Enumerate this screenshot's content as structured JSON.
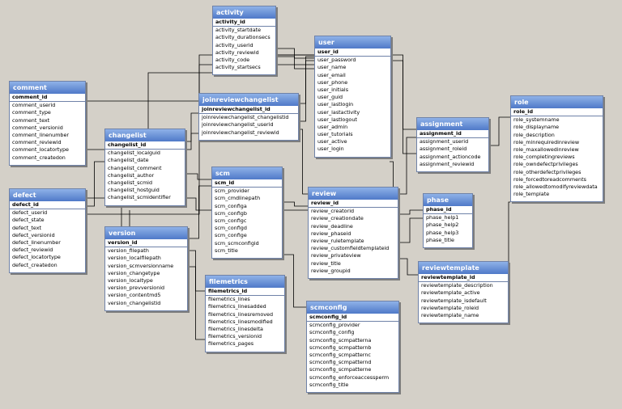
{
  "diagram": {
    "tables": [
      {
        "name": "activity",
        "pk": "activity_id",
        "fields": [
          "activity_startdate",
          "activity_durationsecs",
          "activity_userid",
          "activity_reviewid",
          "activity_code",
          "activity_startsecs"
        ]
      },
      {
        "name": "user",
        "pk": "user_id",
        "fields": [
          "user_password",
          "user_name",
          "user_email",
          "user_phone",
          "user_initials",
          "user_guid",
          "user_lastlogin",
          "user_lastactivity",
          "user_lastlogout",
          "user_admin",
          "user_tutorials",
          "user_active",
          "user_login"
        ]
      },
      {
        "name": "comment",
        "pk": "comment_id",
        "fields": [
          "comment_userid",
          "comment_type",
          "comment_text",
          "comment_versionid",
          "comment_linenumber",
          "comment_reviewid",
          "comment_locatortype",
          "comment_createdon"
        ]
      },
      {
        "name": "joinreviewchangelist",
        "pk": "joinreviewchangelist_id",
        "fields": [
          "joinreviewchangelist_changelistid",
          "joinreviewchangelist_userid",
          "joinreviewchangelist_reviewid"
        ]
      },
      {
        "name": "role",
        "pk": "role_id",
        "fields": [
          "role_systemname",
          "role_displayname",
          "role_description",
          "role_minrequiredinreview",
          "role_maxallowedinreview",
          "role_completingreviews",
          "role_owndefectprivileges",
          "role_otherdefectprivileges",
          "role_forcedtoreadcomments",
          "role_allowedtomodifyreviewdata",
          "role_template"
        ]
      },
      {
        "name": "changelist",
        "pk": "changelist_id",
        "fields": [
          "changelist_localguid",
          "changelist_date",
          "changelist_comment",
          "changelist_author",
          "changelist_scmid",
          "changelist_hostguid",
          "changelist_scmidentifier"
        ]
      },
      {
        "name": "assignment",
        "pk": "assignment_id",
        "fields": [
          "assignment_userid",
          "assignment_roleid",
          "assignment_actioncode",
          "assignment_reviewid"
        ]
      },
      {
        "name": "scm",
        "pk": "scm_id",
        "fields": [
          "scm_provider",
          "scm_cmdlinepath",
          "scm_configa",
          "scm_configb",
          "scm_configc",
          "scm_configd",
          "scm_confige",
          "scm_scmconfigid",
          "scm_title"
        ]
      },
      {
        "name": "defect",
        "pk": "defect_id",
        "fields": [
          "defect_userid",
          "defect_state",
          "defect_text",
          "defect_versionid",
          "defect_linenumber",
          "defect_reviewid",
          "defect_locatortype",
          "defect_createdon"
        ]
      },
      {
        "name": "review",
        "pk": "review_id",
        "fields": [
          "review_creatorid",
          "review_creationdate",
          "review_deadline",
          "review_phaseid",
          "review_ruletemplate",
          "review_customfieldtemplateid",
          "review_privateview",
          "review_title",
          "review_groupid"
        ]
      },
      {
        "name": "phase",
        "pk": "phase_id",
        "fields": [
          "phase_help1",
          "phase_help2",
          "phase_help3",
          "phase_title"
        ]
      },
      {
        "name": "version",
        "pk": "version_id",
        "fields": [
          "version_filepath",
          "version_localfilepath",
          "version_scmversionname",
          "version_changetype",
          "version_localtype",
          "version_prevversionid",
          "version_contentmd5",
          "version_changelistid"
        ]
      },
      {
        "name": "filemetrics",
        "pk": "filemetrics_id",
        "fields": [
          "filemetrics_lines",
          "filemetrics_linesadded",
          "filemetrics_linesremoved",
          "filemetrics_linesmodified",
          "filemetrics_linesdelta",
          "filemetrics_versionid",
          "filemetrics_pages"
        ]
      },
      {
        "name": "reviewtemplate",
        "pk": "reviewtemplate_id",
        "fields": [
          "reviewtemplate_description",
          "reviewtemplate_active",
          "reviewtemplate_isdefault",
          "reviewtemplate_roleid",
          "reviewtemplate_name"
        ]
      },
      {
        "name": "scmconfig",
        "pk": "scmconfig_id",
        "fields": [
          "scmconfig_provider",
          "scmconfig_config",
          "scmconfig_scmpatterna",
          "scmconfig_scmpatternb",
          "scmconfig_scmpatternc",
          "scmconfig_scmpatternd",
          "scmconfig_scmpatterne",
          "scmconfig_enforceaccessperm",
          "scmconfig_title"
        ]
      }
    ]
  }
}
